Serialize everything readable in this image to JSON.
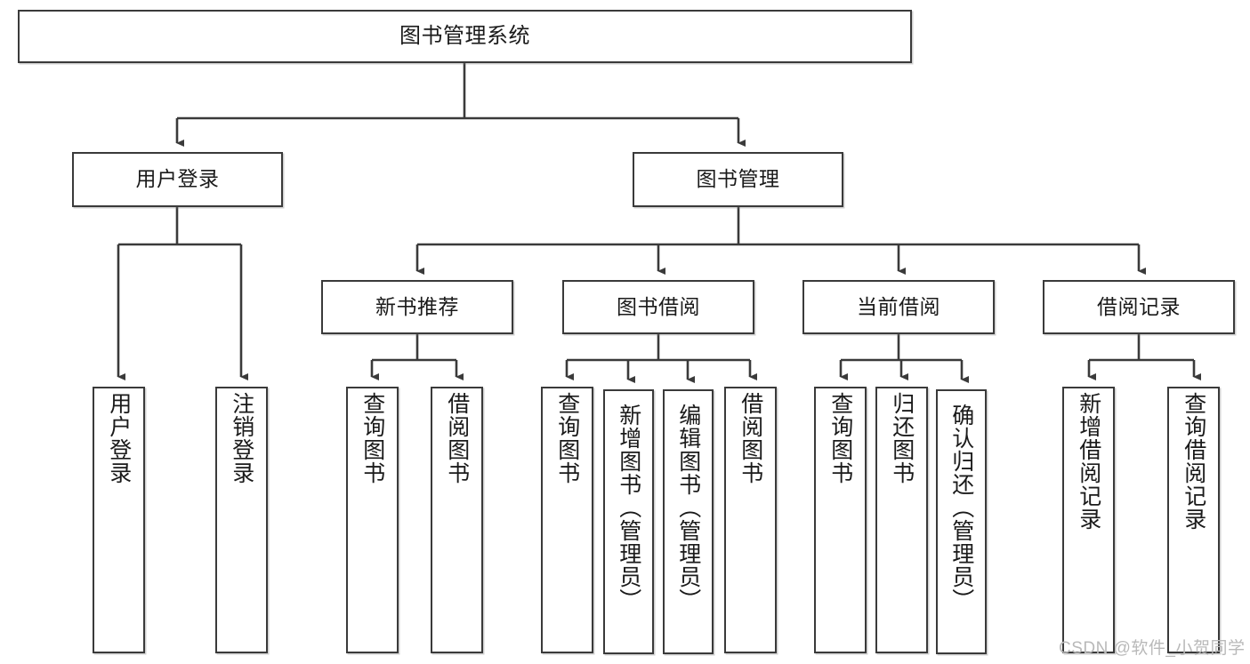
{
  "diagram": {
    "title": "图书管理系统",
    "type": "hierarchy-tree",
    "root": {
      "label": "图书管理系统"
    },
    "level2": [
      {
        "label": "用户登录"
      },
      {
        "label": "图书管理"
      }
    ],
    "level3": [
      {
        "label": "新书推荐"
      },
      {
        "label": "图书借阅"
      },
      {
        "label": "当前借阅"
      },
      {
        "label": "借阅记录"
      }
    ],
    "leaves": {
      "user_login": [
        {
          "label": "用户登录"
        },
        {
          "label": "注销登录"
        }
      ],
      "new_book_recommend": [
        {
          "label": "查询图书"
        },
        {
          "label": "借阅图书"
        }
      ],
      "book_borrow": [
        {
          "label": "查询图书"
        },
        {
          "label": "新增图书（管理员）"
        },
        {
          "label": "编辑图书（管理员）"
        },
        {
          "label": "借阅图书"
        }
      ],
      "current_borrow": [
        {
          "label": "查询图书"
        },
        {
          "label": "归还图书"
        },
        {
          "label": "确认归还（管理员）"
        }
      ],
      "borrow_record": [
        {
          "label": "新增借阅记录"
        },
        {
          "label": "查询借阅记录"
        }
      ]
    }
  },
  "watermark": {
    "text": "CSDN @软件_小贺同学"
  },
  "colors": {
    "border": "#3a3a3a",
    "text": "#1a1a1a",
    "background": "#ffffff",
    "watermark": "#b9b9b9"
  }
}
